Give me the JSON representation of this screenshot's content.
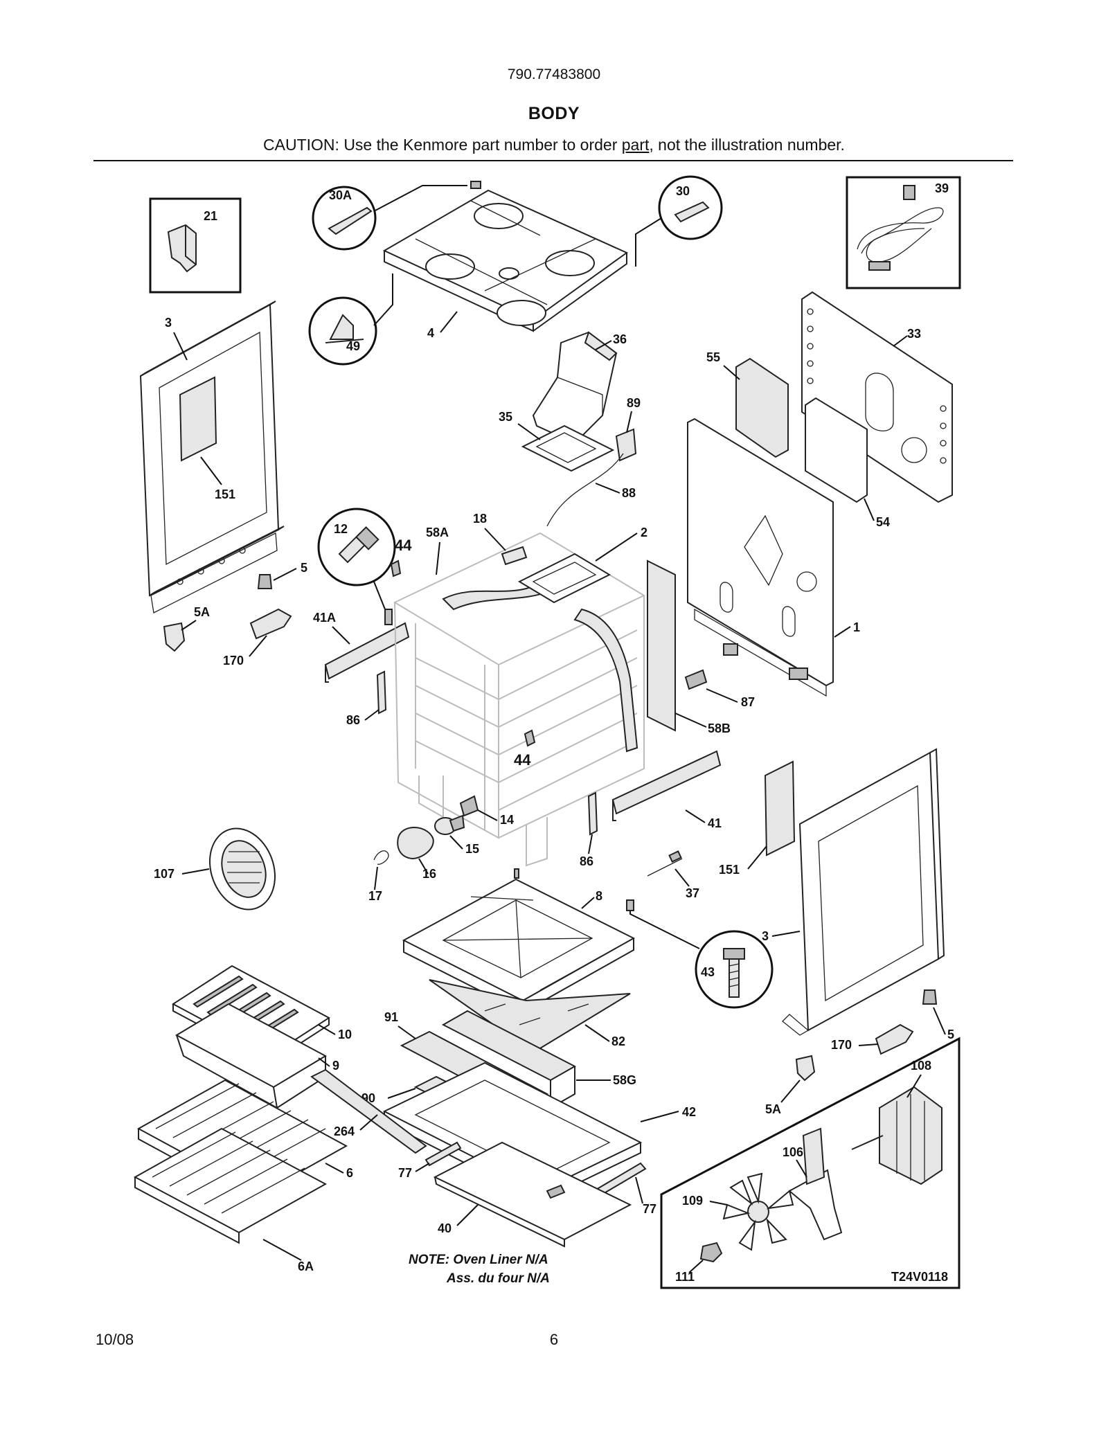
{
  "header": {
    "model_number": "790.77483800",
    "section_title": "BODY",
    "caution_before": "CAUTION: Use the Kenmore part number to order ",
    "caution_underlined": "part",
    "caution_after": ", not the illustration number."
  },
  "labels": {
    "p21": "21",
    "p30A": "30A",
    "p30": "30",
    "p39": "39",
    "p3_left": "3",
    "p49": "49",
    "p4": "4",
    "p36": "36",
    "p33": "33",
    "p55": "55",
    "p89": "89",
    "p35": "35",
    "p151_left": "151",
    "p88": "88",
    "p54": "54",
    "p12": "12",
    "p44_top": "44",
    "p58A": "58A",
    "p18": "18",
    "p2": "2",
    "p5_left": "5",
    "p5A_left": "5A",
    "p41A": "41A",
    "p170_left": "170",
    "p1": "1",
    "p87": "87",
    "p86_left": "86",
    "p58B": "58B",
    "p44_mid": "44",
    "p14": "14",
    "p15": "15",
    "p41": "41",
    "p107": "107",
    "p16": "16",
    "p86_right": "86",
    "p151_right": "151",
    "p17": "17",
    "p37": "37",
    "p8": "8",
    "p3_right": "3",
    "p43": "43",
    "p91": "91",
    "p10": "10",
    "p82": "82",
    "p9": "9",
    "p58G": "58G",
    "p5_right": "5",
    "p170_right": "170",
    "p90": "90",
    "p108": "108",
    "p42": "42",
    "p5A_right": "5A",
    "p264": "264",
    "p106": "106",
    "p77_left": "77",
    "p6": "6",
    "p77_right": "77",
    "p109": "109",
    "p40": "40",
    "p6A": "6A",
    "p111": "111"
  },
  "notes": {
    "line1": "NOTE: Oven Liner N/A",
    "line2": "Ass. du four N/A"
  },
  "diagram_code": "T24V0118",
  "footer": {
    "date": "10/08",
    "page": "6"
  }
}
